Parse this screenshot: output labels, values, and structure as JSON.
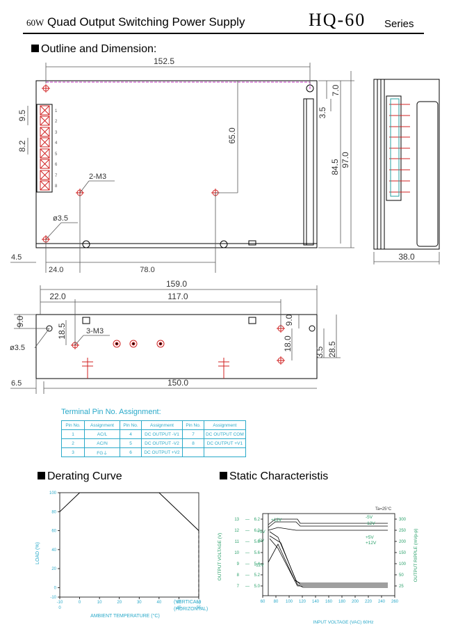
{
  "header": {
    "wattage": "60W",
    "title": "Quad Output Switching Power Supply",
    "model": "HQ-60",
    "series": "Series"
  },
  "outline": {
    "title": "Outline and Dimension:",
    "top_view": {
      "dims": [
        "152.5",
        "7.0",
        "9.5",
        "8.2",
        "65.0",
        "3.5",
        "84.5",
        "97.0",
        "2-M3",
        "ø3.5",
        "4.5",
        "24.0",
        "78.0"
      ],
      "terminal_numbers": [
        "1",
        "2",
        "3",
        "4",
        "5",
        "6",
        "7",
        "8"
      ]
    },
    "side_view": {
      "dims": [
        "38.0"
      ]
    },
    "bottom_view": {
      "dims": [
        "159.0",
        "22.0",
        "117.0",
        "9.0",
        "18.5",
        "3-M3",
        "ø3.5",
        "9.0",
        "18.0",
        "3.5",
        "28.5",
        "6.5",
        "150.0"
      ]
    }
  },
  "terminal_assignment": {
    "title": "Terminal Pin No. Assignment:",
    "headers": [
      "Pin No.",
      "Assignment",
      "Pin No.",
      "Assignment",
      "Pin No.",
      "Assignment"
    ],
    "rows": [
      [
        "1",
        "AC/L",
        "4",
        "DC OUTPUT -V1",
        "7",
        "DC OUTPUT COM"
      ],
      [
        "2",
        "AC/N",
        "5",
        "DC OUTPUT -V2",
        "8",
        "DC OUTPUT +V1"
      ],
      [
        "3",
        "FG⏚",
        "6",
        "DC OUTPUT +V2",
        "",
        ""
      ]
    ]
  },
  "derating": {
    "title": "Derating Curve",
    "ylabel": "LOAD (%)",
    "xlabel": "AMBIENT TEMPERATURE (°C)",
    "yticks": [
      "100",
      "80",
      "60",
      "40",
      "20",
      "0",
      "-10"
    ],
    "xticks_vertical": [
      "-10",
      "0",
      "10",
      "20",
      "30",
      "40",
      "50",
      "60"
    ],
    "xticks_horizontal": [
      "0",
      "",
      "",
      "",
      "",
      "",
      "45",
      "55"
    ],
    "vertical_note": "(VERTICAL)",
    "horizontal_note": "(HORIZONTAL)"
  },
  "static": {
    "title": "Static Characteristis",
    "ta_note": "Ta=25°C",
    "ylabel_left": "OUTPUT VOLTAGE (V)",
    "ylabel_right": "OUTPUT RIPPLE (mVp-p)",
    "xlabel": "INPUT VOLTAGE (VAC) 60Hz",
    "yticks_left_a": [
      "13",
      "12",
      "11",
      "10",
      "9",
      "8",
      "7"
    ],
    "yticks_left_b": [
      "6.2",
      "6.0",
      "5.8",
      "5.6",
      "5.4",
      "5.2",
      "5.0"
    ],
    "yticks_right": [
      "300",
      "250",
      "200",
      "150",
      "100",
      "50",
      "25"
    ],
    "xticks": [
      "60",
      "80",
      "100",
      "120",
      "140",
      "160",
      "180",
      "200",
      "220",
      "240",
      "260"
    ],
    "curve_labels": [
      "+12V",
      "+5V",
      "-5V",
      "-12V",
      "-5V",
      "-12V",
      "+5V",
      "+12V"
    ]
  },
  "chart_data": [
    {
      "type": "line",
      "title": "Derating Curve",
      "xlabel": "AMBIENT TEMPERATURE (°C)",
      "ylabel": "LOAD (%)",
      "series": [
        {
          "x": [
            -10,
            0,
            40,
            60,
            60
          ],
          "y": [
            80,
            100,
            100,
            60,
            -10
          ]
        }
      ],
      "xlim": [
        -10,
        60
      ],
      "ylim": [
        -10,
        100
      ]
    }
  ]
}
